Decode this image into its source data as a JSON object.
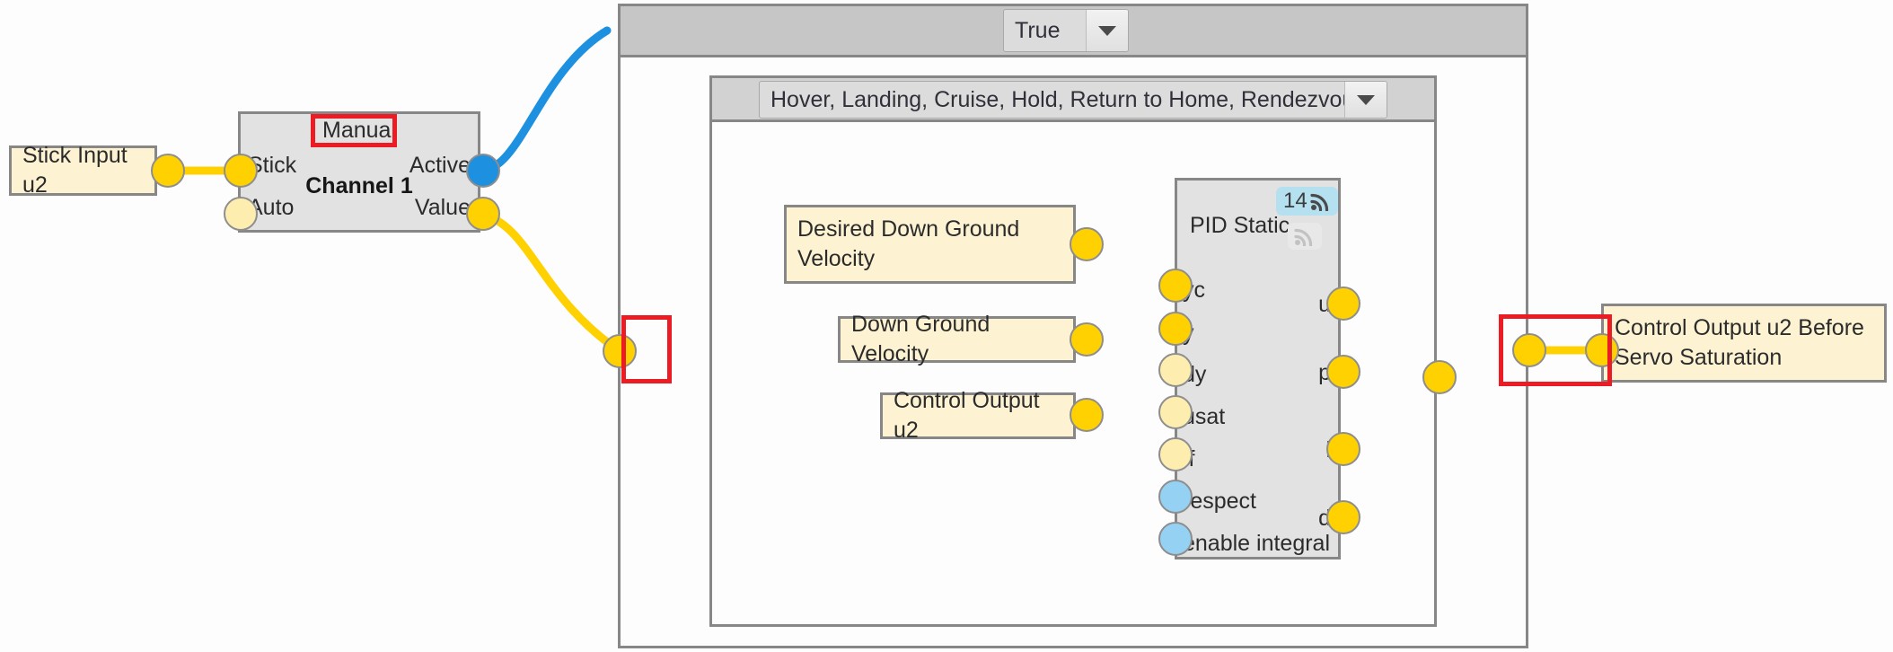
{
  "diagram": {
    "type": "control-flow-block-diagram",
    "background_color": "#fdfdfd",
    "accent_colors": {
      "wire_signal": "#ffd100",
      "wire_boolean": "#1e90e0",
      "highlight": "#ec1c24",
      "note_fill": "#fdf3d2",
      "block_fill": "#e2e2e2",
      "border": "#878787",
      "badge": "#b5e0ef"
    }
  },
  "nodes": {
    "stick_input": {
      "label": "Stick Input u2"
    },
    "channel_block": {
      "mode_label": "Manual",
      "name": "Channel 1",
      "inputs": [
        "Stick",
        "Auto"
      ],
      "outputs": [
        "Active",
        "Value"
      ]
    },
    "desired_down_ground_velocity": {
      "label": "Desired Down Ground Velocity"
    },
    "down_ground_velocity": {
      "label": "Down Ground Velocity"
    },
    "control_output_u2": {
      "label": "Control Output u2"
    },
    "pid_block": {
      "title": "PID Static",
      "badge_count": "14",
      "badge_icon": "signal-icon",
      "ghost_icon": "signal-icon",
      "inputs": [
        "yc",
        "y",
        "dy",
        "usat",
        "ff",
        "respect",
        "enable integral"
      ],
      "outputs": [
        "u",
        "p",
        "i",
        "d"
      ]
    },
    "control_output_before_saturation": {
      "label": "Control Output u2 Before Servo Saturation"
    }
  },
  "controls": {
    "condition_dropdown": {
      "value": "True",
      "arrow_icon": "chevron-down-icon"
    },
    "mode_dropdown": {
      "value": "Hover, Landing, Cruise, Hold, Return to Home, Rendezvous",
      "arrow_icon": "chevron-down-icon"
    }
  }
}
